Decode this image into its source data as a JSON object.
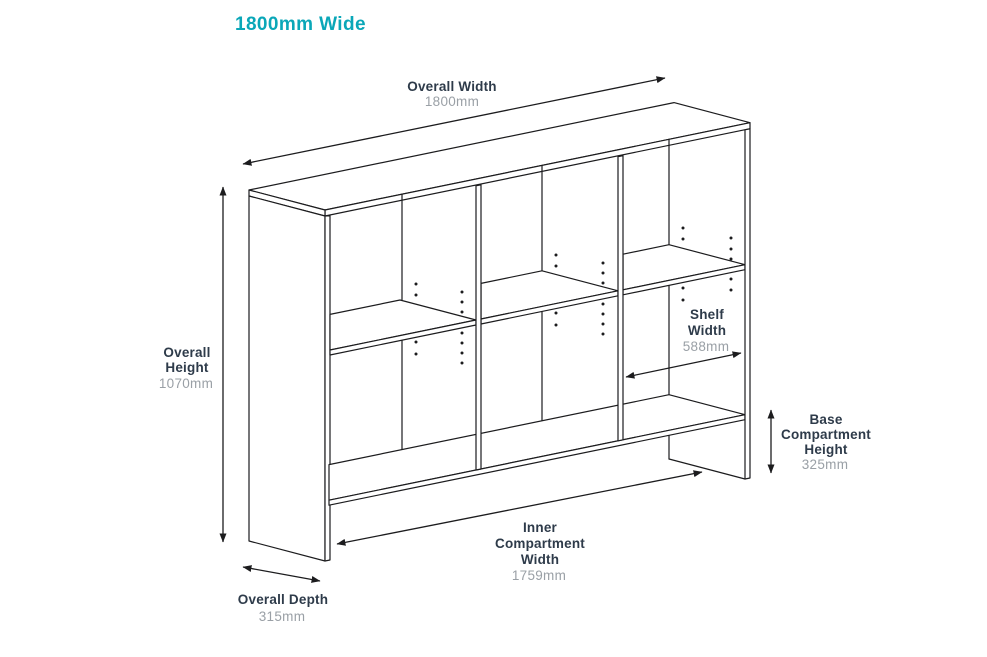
{
  "title": "1800mm Wide",
  "colors": {
    "accent": "#0aa7b8",
    "label_text": "#2e3b4a",
    "value_text": "#9aa0a6",
    "line": "#1c1c1e"
  },
  "dimensions": {
    "overall_width": {
      "label": "Overall Width",
      "value": "1800mm"
    },
    "overall_height": {
      "label_lines": [
        "Overall",
        "Height"
      ],
      "value": "1070mm"
    },
    "shelf_width": {
      "label_lines": [
        "Shelf",
        "Width"
      ],
      "value": "588mm"
    },
    "base_compartment_height": {
      "label_lines": [
        "Base",
        "Compartment",
        "Height"
      ],
      "value": "325mm"
    },
    "inner_compartment_width": {
      "label_lines": [
        "Inner",
        "Compartment",
        "Width"
      ],
      "value": "1759mm"
    },
    "overall_depth": {
      "label": "Overall Depth",
      "value": "315mm"
    }
  }
}
